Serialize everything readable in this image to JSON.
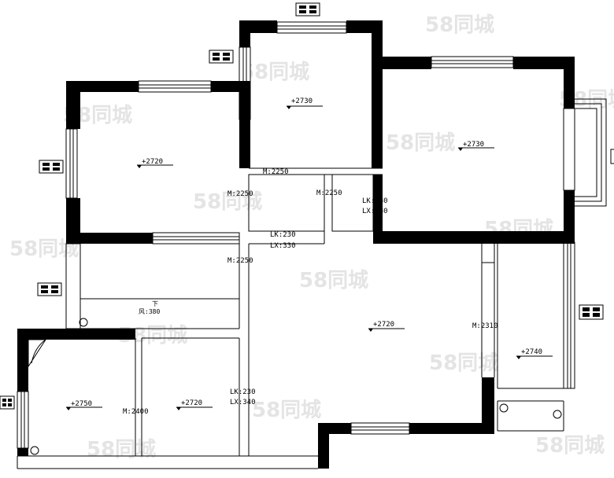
{
  "plan": {
    "colors": {
      "wall": "#000000",
      "line": "#000000",
      "background": "#ffffff",
      "watermark": "#e4e4e4"
    },
    "watermark_text": "58同城",
    "elevations": [
      {
        "id": "bedroom-top-center",
        "text": "+2730"
      },
      {
        "id": "living-top-right",
        "text": "+2730"
      },
      {
        "id": "bedroom-left",
        "text": "+2720"
      },
      {
        "id": "living-center",
        "text": "+2720"
      },
      {
        "id": "balcony-right",
        "text": "+2740"
      },
      {
        "id": "bedroom-bottom-left",
        "text": "+2750"
      },
      {
        "id": "bedroom-bottom-mid",
        "text": "+2720"
      }
    ],
    "dimensions": [
      {
        "id": "m2250-a",
        "text": "M:2250"
      },
      {
        "id": "m2250-b",
        "text": "M:2250"
      },
      {
        "id": "m2250-c",
        "text": "M:2250"
      },
      {
        "id": "m2250-d",
        "text": "M:2250"
      },
      {
        "id": "lk280",
        "text": "LK:280"
      },
      {
        "id": "lx280",
        "text": "LX:280"
      },
      {
        "id": "lk230-a",
        "text": "LK:230"
      },
      {
        "id": "lx330",
        "text": "LX:330"
      },
      {
        "id": "m2310",
        "text": "M:2310"
      },
      {
        "id": "m2400",
        "text": "M:2400"
      },
      {
        "id": "lk230-b",
        "text": "LK:230"
      },
      {
        "id": "lx340",
        "text": "LX:340"
      }
    ],
    "notes": [
      {
        "id": "note-down",
        "text": "下"
      },
      {
        "id": "note-l",
        "text": "风:380"
      }
    ]
  }
}
